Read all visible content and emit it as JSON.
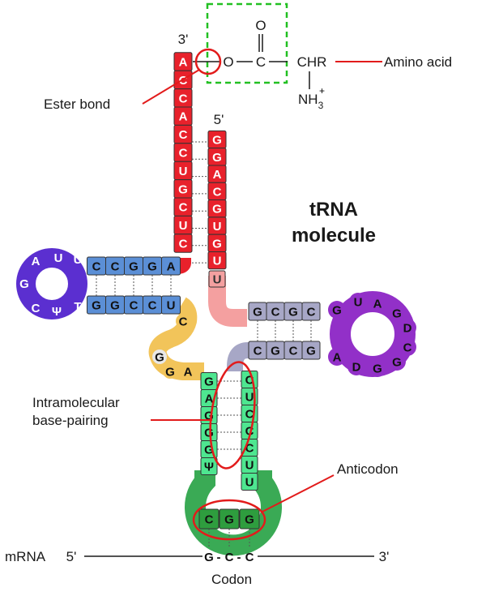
{
  "diagram": {
    "title_line1": "tRNA",
    "title_line2": "molecule",
    "labels": {
      "amino_acid": "Amino acid",
      "ester_bond": "Ester bond",
      "intramolecular_line1": "Intramolecular",
      "intramolecular_line2": "base-pairing",
      "anticodon": "Anticodon",
      "codon": "Codon",
      "mrna": "mRNA",
      "three_prime": "3'",
      "five_prime": "5'"
    },
    "chemistry": {
      "carbonyl_o": "O",
      "double_bond": "||",
      "ester_o": "O",
      "carbon": "C",
      "chr": "CHR",
      "nh3": "NH",
      "nh3_sub": "3",
      "nh3_sup": "+"
    },
    "acceptor_3prime_strand": [
      "A",
      "C",
      "C",
      "A",
      "C",
      "C",
      "U",
      "G",
      "C",
      "U",
      "C"
    ],
    "acceptor_5prime_strand": [
      "G",
      "G",
      "A",
      "C",
      "G",
      "U",
      "G",
      "U"
    ],
    "d_arm_top": [
      "C",
      "C",
      "G",
      "G",
      "A"
    ],
    "d_arm_bottom": [
      "G",
      "G",
      "C",
      "C",
      "U"
    ],
    "d_loop": [
      "U",
      "U",
      "A",
      "G",
      "C",
      "Ψ",
      "T"
    ],
    "linker_left": [
      "C",
      "G",
      "G",
      "A"
    ],
    "tpsi_arm_top": [
      "G",
      "C",
      "G",
      "C"
    ],
    "tpsi_arm_bottom": [
      "C",
      "G",
      "C",
      "G"
    ],
    "tpsi_loop": [
      "G",
      "U",
      "A",
      "G",
      "D",
      "C",
      "G",
      "G",
      "D",
      "A"
    ],
    "anticodon_stem_left": [
      "G",
      "A",
      "G",
      "G",
      "G",
      "Ψ"
    ],
    "anticodon_stem_right": [
      "C",
      "U",
      "C",
      "C",
      "C",
      "U",
      "U"
    ],
    "anticodon": [
      "C",
      "G",
      "G"
    ],
    "codon": [
      "G",
      "C",
      "C"
    ],
    "colors": {
      "acceptor": "#e8212b",
      "d_arm": "#5b8fd6",
      "d_loop": "#5b2fd0",
      "linker": "#f2c45a",
      "tpsi_arm": "#a7a7c6",
      "tpsi_loop": "#9230c8",
      "anticodon_stem": "#4ee690",
      "anticodon_loop": "#3aaa55",
      "anticodon_bases": "#2e9d3e",
      "highlight": "#e21b1b",
      "dashed_box": "#22c022",
      "u_pink": "#f4a0a0"
    }
  }
}
